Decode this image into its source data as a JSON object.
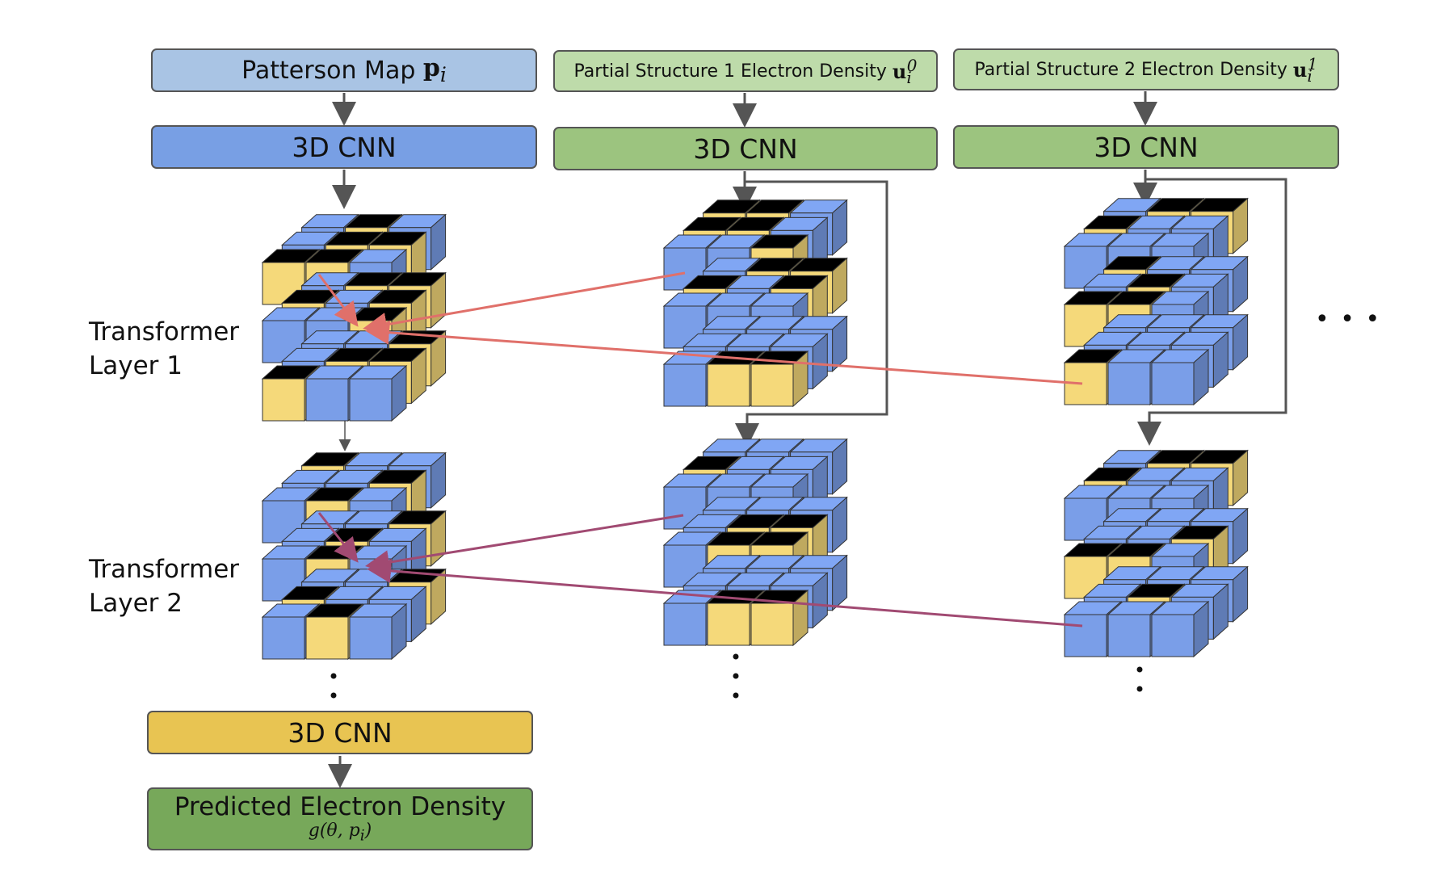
{
  "inputs": {
    "patterson": {
      "label": "Patterson Map",
      "symbol": "p",
      "sub": "i"
    },
    "partial1": {
      "label": "Partial Structure 1 Electron Density",
      "symbol": "u",
      "sub": "i",
      "sup": "0"
    },
    "partial2": {
      "label": "Partial Structure 2 Electron Density",
      "symbol": "u",
      "sub": "i",
      "sup": "1"
    }
  },
  "encoders": {
    "col1": "3D CNN",
    "col2": "3D CNN",
    "col3": "3D CNN"
  },
  "layers": [
    {
      "line1": "Transformer",
      "line2": "Layer 1"
    },
    {
      "line1": "Transformer",
      "line2": "Layer 2"
    }
  ],
  "decoder": {
    "label": "3D CNN"
  },
  "output": {
    "label": "Predicted Electron Density",
    "formula": "g(θ, p",
    "formula_sub": "i",
    "formula_close": ")"
  },
  "ellipsis": "• • •",
  "colors": {
    "cube_blue": "#7a9ee8",
    "cube_yellow": "#f5d97a",
    "attention_layer1": "#e0706a",
    "attention_layer2": "#a14a72",
    "arrow": "#555555"
  }
}
